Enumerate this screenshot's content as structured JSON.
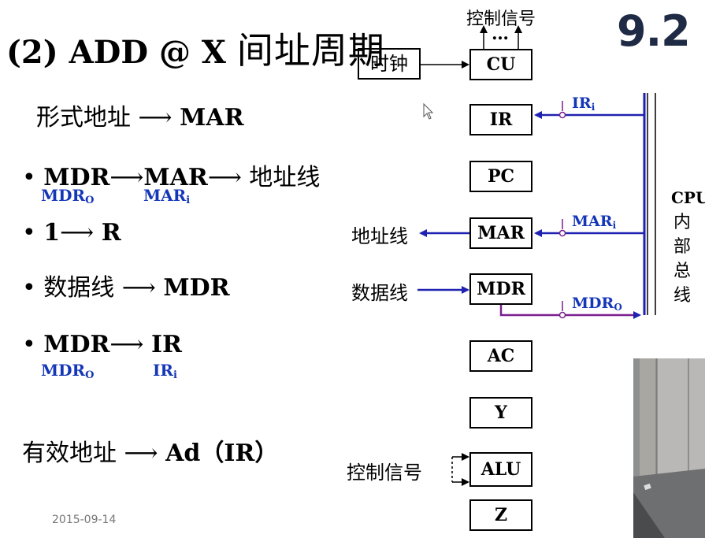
{
  "header": {
    "title_prefix": "(2) ADD @ X ",
    "title_cn": "间址周期",
    "badge": "9.2"
  },
  "steps": {
    "s1": {
      "left": "形式地址",
      "right": "MAR"
    },
    "s2": {
      "a": "MDR",
      "b": "MAR",
      "c": "地址线",
      "sub_a": "MDR",
      "sub_a_s": "O",
      "sub_b": "MAR",
      "sub_b_s": "i"
    },
    "s3": {
      "a": "1",
      "b": "R"
    },
    "s4": {
      "a": "数据线",
      "b": "MDR"
    },
    "s5": {
      "a": "MDR",
      "b": "IR",
      "sub_a": "MDR",
      "sub_a_s": "O",
      "sub_b": "IR",
      "sub_b_s": "i"
    },
    "s6": {
      "a": "有效地址",
      "b": "Ad（IR）"
    }
  },
  "bullet": "•",
  "footer": {
    "date": "2015-09-14"
  },
  "diagram": {
    "ctrl_top": "控制信号",
    "ctrl_dots": "…",
    "clock": "时钟",
    "registers": [
      "CU",
      "IR",
      "PC",
      "MAR",
      "MDR",
      "AC",
      "Y",
      "ALU",
      "Z"
    ],
    "addr_line": "地址线",
    "data_line": "数据线",
    "ctrl_bottom": "控制信号",
    "signals": {
      "ir_i": "IR",
      "ir_i_s": "i",
      "mar_i": "MAR",
      "mar_i_s": "i",
      "mdr_o": "MDR",
      "mdr_o_s": "O"
    },
    "bus_label": {
      "eng": "CPU",
      "chars": [
        "内",
        "部",
        "总",
        "线"
      ]
    }
  },
  "colors": {
    "bus": "#1f22b0",
    "purple": "#7a1f8f",
    "signal_text": "#1436b8",
    "badge": "#1f2a44"
  }
}
